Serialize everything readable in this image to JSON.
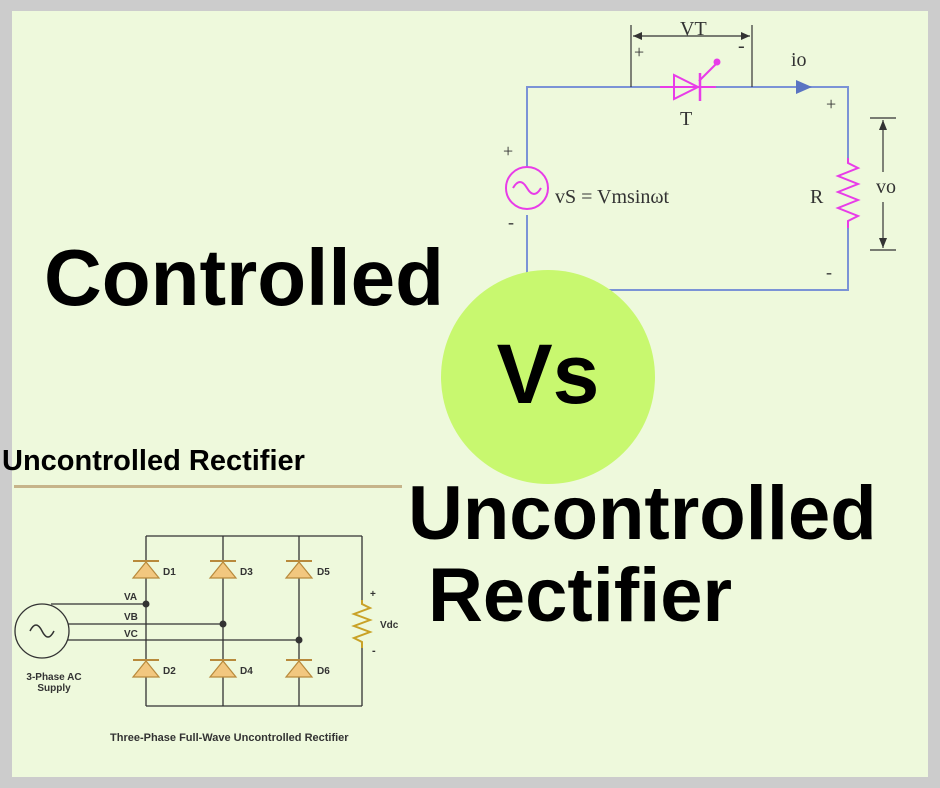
{
  "headings": {
    "controlled": "Controlled",
    "vs": "Vs",
    "uncontrolled": "Uncontrolled",
    "rectifier": "Rectifier"
  },
  "controlled_circuit": {
    "io_label": "io",
    "vt_label": "VT",
    "vt_plus": "+",
    "vt_minus": "-",
    "thyristor_label": "T",
    "source_plus": "+",
    "source_minus": "-",
    "source_equation": "vS = Vmsinωt",
    "resistor_label": "R",
    "output_label": "vo",
    "output_plus": "+",
    "output_minus": "-"
  },
  "uncontrolled_section": {
    "subtitle": "Uncontrolled Rectifier",
    "supply_label_line1": "3-Phase AC",
    "supply_label_line2": "Supply",
    "phases": [
      "VA",
      "VB",
      "VC"
    ],
    "diodes_top": [
      "D1",
      "D3",
      "D5"
    ],
    "diodes_bottom": [
      "D2",
      "D4",
      "D6"
    ],
    "load_label": "Vdc",
    "load_plus": "+",
    "load_minus": "-",
    "caption": "Three-Phase Full-Wave Uncontrolled Rectifier"
  },
  "colors": {
    "background": "#eef9dc",
    "frame": "#cccccc",
    "vs_circle": "#c8f86f",
    "wire_blue": "#7b93d6",
    "magenta": "#e83ce8",
    "diode_fill": "#f2c77f",
    "diode_stroke": "#b88a3c",
    "wire_dark": "#333333",
    "resistor_gold": "#c9a227"
  }
}
